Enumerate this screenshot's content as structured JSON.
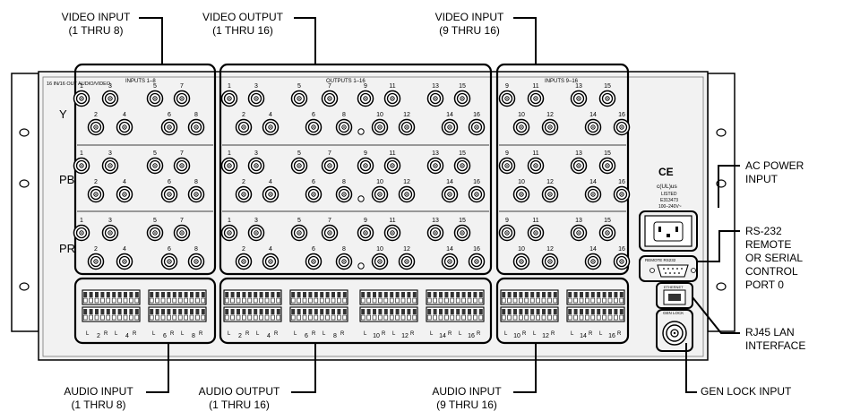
{
  "callouts": {
    "video_input_1_8": [
      "VIDEO INPUT",
      "(1 THRU 8)"
    ],
    "video_output_1_16": [
      "VIDEO OUTPUT",
      "(1 THRU 16)"
    ],
    "video_input_9_16": [
      "VIDEO INPUT",
      "(9 THRU 16)"
    ],
    "ac_power": [
      "AC POWER",
      "INPUT"
    ],
    "rs232": [
      "RS-232",
      "REMOTE",
      "OR SERIAL",
      "CONTROL",
      "PORT 0"
    ],
    "rj45": [
      "RJ45 LAN",
      "INTERFACE"
    ],
    "audio_input_1_8": [
      "AUDIO INPUT",
      "(1 THRU 8)"
    ],
    "audio_output_1_16": [
      "AUDIO OUTPUT",
      "(1 THRU 16)"
    ],
    "audio_input_9_16": [
      "AUDIO INPUT",
      "(9 THRU 16)"
    ],
    "gen_lock": [
      "GEN LOCK INPUT"
    ]
  },
  "panel": {
    "model_label": "16 IN/16 OUT AUDIO/VIDEO",
    "inputs_1_8_label": "INPUTS 1–8",
    "outputs_label": "OUTPUTS 1–16",
    "inputs_9_16_label": "INPUTS 9–16",
    "row_labels": [
      "Y",
      "PB",
      "PR"
    ],
    "input_left_numbers": {
      "top": [
        "1",
        "3",
        "5",
        "7"
      ],
      "bottom": [
        "2",
        "4",
        "6",
        "8"
      ]
    },
    "output_numbers": {
      "top": [
        "1",
        "3",
        "5",
        "7",
        "9",
        "11",
        "13",
        "15"
      ],
      "bottom": [
        "2",
        "4",
        "6",
        "8",
        "10",
        "12",
        "14",
        "16"
      ]
    },
    "input_right_numbers": {
      "top": [
        "9",
        "11",
        "13",
        "15"
      ],
      "bottom": [
        "10",
        "12",
        "14",
        "16"
      ]
    },
    "ce_mark": "CE",
    "ul_mark": "c(UL)us",
    "listed_text": "LISTED",
    "file_no": "E313473",
    "voltage": "100–240V~",
    "rs232_port_label": "REMOTE RS232",
    "ethernet_label": "ETHERNET",
    "genlock_label": "GEN LOCK"
  },
  "audio": {
    "input_left_bottom": [
      "2",
      "4",
      "6",
      "8"
    ],
    "output_bottom": [
      "2",
      "4",
      "6",
      "8",
      "10",
      "12",
      "14",
      "16"
    ],
    "input_right_bottom": [
      "10",
      "12",
      "14",
      "16"
    ],
    "channel_letters": [
      "L",
      "R"
    ]
  }
}
